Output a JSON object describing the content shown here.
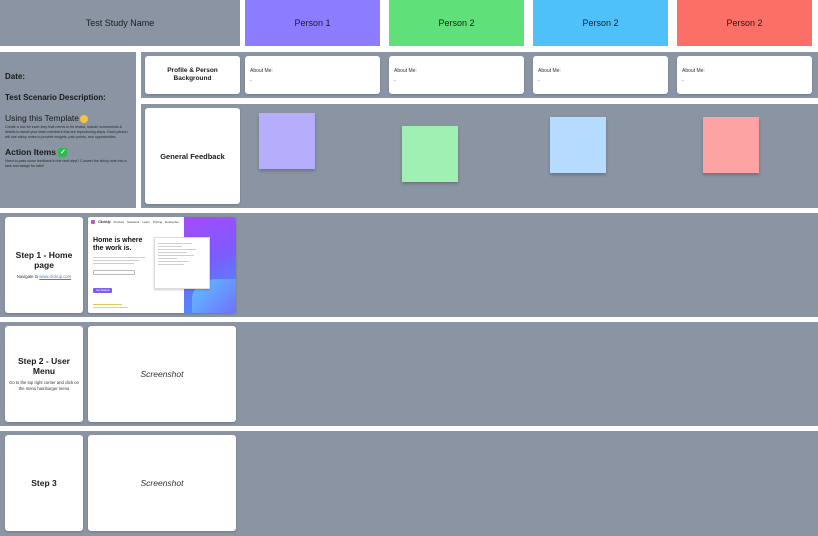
{
  "header": {
    "study_name": "Test Study Name",
    "persons": [
      {
        "label": "Person 1",
        "color": "#8c7cff"
      },
      {
        "label": "Person 2",
        "color": "#5fe079"
      },
      {
        "label": "Person 2",
        "color": "#4ec1fb"
      },
      {
        "label": "Person 2",
        "color": "#fb6f66"
      }
    ]
  },
  "sidebar": {
    "date_label": "Date:",
    "scenario_label": "Test Scenario Description:",
    "template_title": "Using this Template",
    "template_note": "Create a row for each step that needs to be tested, include screenshots & details to assist your team members that are reproducing steps. Each person will use sticky notes to provide insights, pain points, and opportunities.",
    "action_title": "Action Items",
    "action_note": "Need to pass some feedback to the next step? Convert the sticky note into a task and assign for later!"
  },
  "profile": {
    "title": "Profile & Person Background",
    "about_label": "About Me:",
    "about_value": "-"
  },
  "feedback": {
    "title": "General Feedback",
    "sticky_colors": [
      "#b6adfd",
      "#9ff0b2",
      "#b5dcff",
      "#fea3a3"
    ]
  },
  "steps": [
    {
      "title": "Step 1 - Home page",
      "subtitle_prefix": "Navigate to",
      "subtitle_link": "www.clickup.com",
      "screenshot": {
        "brand": "ClickUp",
        "nav": [
          "Product",
          "Solutions",
          "Learn",
          "Pricing",
          "Enterprise"
        ],
        "headline": "Home is where the work is.",
        "cta": "Get Started"
      }
    },
    {
      "title": "Step 2 - User Menu",
      "subtitle": "Go to the top right corner and click on the menu hamburger menu",
      "screenshot_label": "Screenshot"
    },
    {
      "title": "Step 3",
      "subtitle": "",
      "screenshot_label": "Screenshot"
    }
  ]
}
